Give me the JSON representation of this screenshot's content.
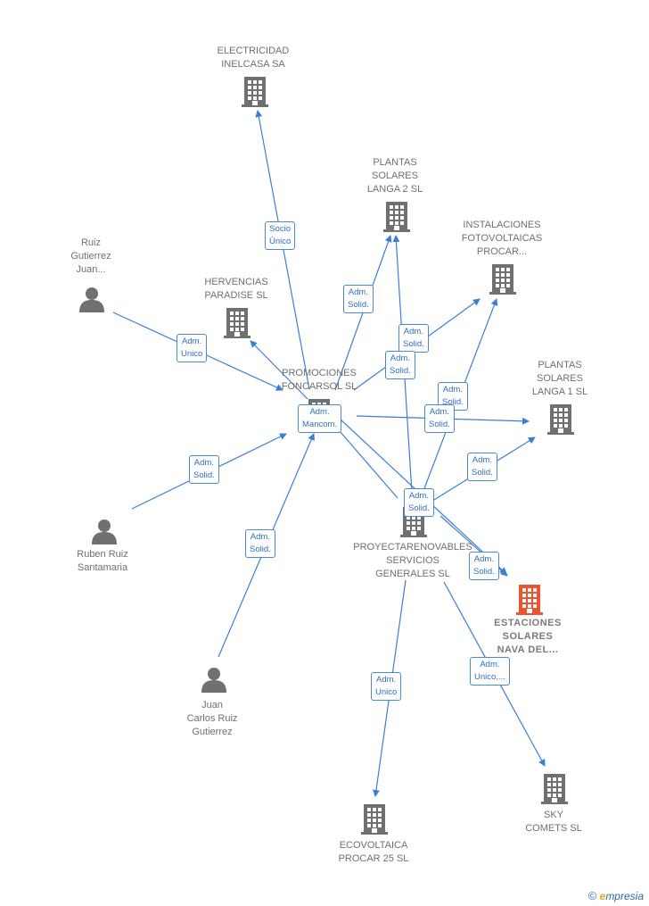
{
  "colors": {
    "edge": "#3a7fd5",
    "node": "#6f6f6f",
    "highlight": "#e8552f"
  },
  "nodes": {
    "electricidad": {
      "lines": [
        "ELECTRICIDAD",
        "INELCASA SA"
      ],
      "icon": "building-icon"
    },
    "plantas2": {
      "lines": [
        "PLANTAS",
        "SOLARES",
        "LANGA 2  SL"
      ],
      "icon": "building-icon"
    },
    "instalaciones": {
      "lines": [
        "INSTALACIONES",
        "FOTOVOLTAICAS",
        "PROCAR..."
      ],
      "icon": "building-icon"
    },
    "hervencias": {
      "lines": [
        "HERVENCIAS",
        "PARADISE  SL"
      ],
      "icon": "building-icon"
    },
    "ruiz": {
      "lines": [
        "Ruiz",
        "Gutierrez",
        "Juan..."
      ],
      "icon": "person-icon"
    },
    "promociones": {
      "lines": [
        "PROMOCIONES",
        "FONCARSOL SL"
      ],
      "icon": "building-icon"
    },
    "plantas1": {
      "lines": [
        "PLANTAS",
        "SOLARES",
        "LANGA 1  SL"
      ],
      "icon": "building-icon"
    },
    "ruben": {
      "lines": [
        "Ruben Ruiz",
        "Santamaria"
      ],
      "icon": "person-icon"
    },
    "proyecta": {
      "lines": [
        "PROYECTARENOVABLES",
        "SERVICIOS",
        "GENERALES SL"
      ],
      "icon": "building-icon"
    },
    "estaciones": {
      "lines": [
        "ESTACIONES",
        "SOLARES",
        "NAVA DEL..."
      ],
      "icon": "building-icon"
    },
    "juan": {
      "lines": [
        "Juan",
        "Carlos Ruiz",
        "Gutierrez"
      ],
      "icon": "person-icon"
    },
    "ecovoltaica": {
      "lines": [
        "ECOVOLTAICA",
        "PROCAR 25  SL"
      ],
      "icon": "building-icon"
    },
    "sky": {
      "lines": [
        "SKY",
        "COMETS  SL"
      ],
      "icon": "building-icon"
    }
  },
  "edge_labels": {
    "socio_unico": [
      "Socio",
      "Único"
    ],
    "adm_unico_ruiz": [
      "Adm.",
      "Unico"
    ],
    "adm_solid_p2_prom": [
      "Adm.",
      "Solid."
    ],
    "adm_solid_inst_proy": [
      "Adm.",
      "Solid."
    ],
    "adm_solid_p2_proy": [
      "Adm.",
      "Solid."
    ],
    "adm_solid_inst_prom": [
      "Adm.",
      "Solid."
    ],
    "adm_solid_p1_prom": [
      "Adm.",
      "Solid."
    ],
    "adm_mancom": [
      "Adm.",
      "Mancom."
    ],
    "adm_solid_ruben": [
      "Adm.",
      "Solid."
    ],
    "adm_solid_p1_proy": [
      "Adm.",
      "Solid."
    ],
    "adm_solid_proy_est": [
      "Adm.",
      "Solid."
    ],
    "adm_solid_prom_est": [
      "Adm.",
      "Solid."
    ],
    "adm_solid_juan": [
      "Adm.",
      "Solid."
    ],
    "adm_unico_eco": [
      "Adm.",
      "Unico"
    ],
    "adm_unico_sky": [
      "Adm.",
      "Unico,..."
    ]
  },
  "footer": {
    "copyright": "©",
    "brand_initial": "e",
    "brand_rest": "mpresia"
  }
}
